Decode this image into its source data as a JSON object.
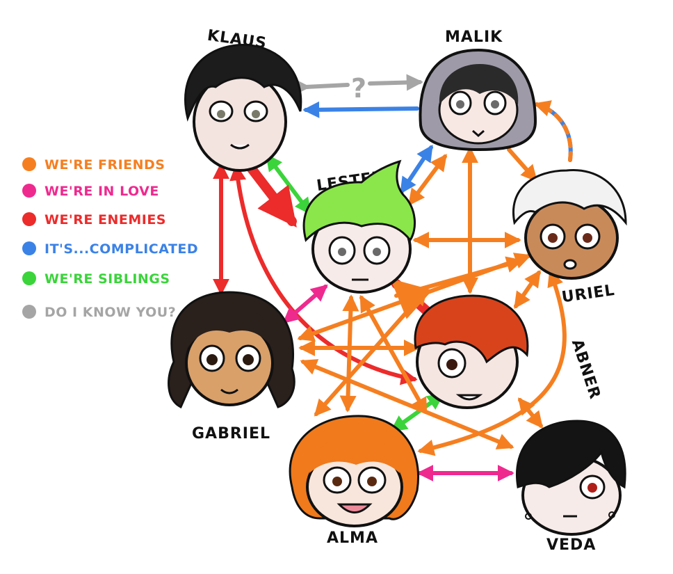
{
  "legend": [
    {
      "label": "WE'RE FRIENDS",
      "color": "#f57f20"
    },
    {
      "label": "WE'RE IN LOVE",
      "color": "#ee2a8f"
    },
    {
      "label": "WE'RE ENEMIES",
      "color": "#ec2b2b"
    },
    {
      "label": "IT'S...COMPLICATED",
      "color": "#3b82e6"
    },
    {
      "label": "WE'RE SIBLINGS",
      "color": "#3bd43b"
    },
    {
      "label": "DO I KNOW YOU?",
      "color": "#a5a5a5"
    }
  ],
  "characters": [
    {
      "id": "klaus",
      "name": "KLAUS",
      "hair": "#1c1c1c",
      "skin": "#f4e4e0"
    },
    {
      "id": "malik",
      "name": "MALIK",
      "hair": "#2a2a2a",
      "skin": "#f8e8e4",
      "hood": "#9e9aa8"
    },
    {
      "id": "lester",
      "name": "LESTER",
      "hair": "#8ae64a",
      "skin": "#f6ebe8"
    },
    {
      "id": "uriel",
      "name": "URIEL",
      "hair": "#f2f2f2",
      "skin": "#c98a5a"
    },
    {
      "id": "gabriel",
      "name": "GABRIEL",
      "hair": "#2a201c",
      "skin": "#d9a06a"
    },
    {
      "id": "abner",
      "name": "ABNER",
      "hair": "#d8431c",
      "skin": "#f6e6e2"
    },
    {
      "id": "alma",
      "name": "ALMA",
      "hair": "#f07a1c",
      "skin": "#f8e6dc"
    },
    {
      "id": "veda",
      "name": "VEDA",
      "hair": "#141414",
      "skin": "#f6ebe8"
    }
  ],
  "question_mark": "?",
  "relations": [
    {
      "from": "klaus",
      "to": "malik",
      "type": "unknown"
    },
    {
      "from": "malik",
      "to": "klaus",
      "type": "complicated"
    },
    {
      "from": "lester",
      "to": "malik",
      "type": "complicated"
    },
    {
      "from": "malik",
      "to": "uriel",
      "type": "complicated-friends"
    },
    {
      "from": "klaus",
      "to": "lester",
      "type": "siblings"
    },
    {
      "from": "klaus",
      "to": "lester",
      "type": "enemies"
    },
    {
      "from": "klaus",
      "to": "gabriel",
      "type": "enemies"
    },
    {
      "from": "klaus",
      "to": "abner",
      "type": "enemies"
    },
    {
      "from": "lester",
      "to": "abner",
      "type": "enemies"
    },
    {
      "from": "lester",
      "to": "gabriel",
      "type": "love"
    },
    {
      "from": "alma",
      "to": "veda",
      "type": "love"
    },
    {
      "from": "alma",
      "to": "abner",
      "type": "siblings"
    },
    {
      "from": "malik",
      "to": "lester",
      "type": "friends"
    },
    {
      "from": "malik",
      "to": "uriel",
      "type": "friends"
    },
    {
      "from": "malik",
      "to": "abner",
      "type": "friends"
    },
    {
      "from": "uriel",
      "to": "lester",
      "type": "friends"
    },
    {
      "from": "uriel",
      "to": "gabriel",
      "type": "friends"
    },
    {
      "from": "uriel",
      "to": "abner",
      "type": "friends"
    },
    {
      "from": "uriel",
      "to": "alma",
      "type": "friends"
    },
    {
      "from": "gabriel",
      "to": "abner",
      "type": "friends"
    },
    {
      "from": "gabriel",
      "to": "veda",
      "type": "friends"
    },
    {
      "from": "lester",
      "to": "alma",
      "type": "friends"
    },
    {
      "from": "gabriel",
      "to": "alma",
      "type": "friends"
    },
    {
      "from": "abner",
      "to": "veda",
      "type": "friends"
    },
    {
      "from": "veda",
      "to": "lester",
      "type": "friends"
    }
  ],
  "type_colors": {
    "friends": "#f57f20",
    "love": "#ee2a8f",
    "enemies": "#ec2b2b",
    "complicated": "#3b82e6",
    "siblings": "#3bd43b",
    "unknown": "#a5a5a5"
  }
}
